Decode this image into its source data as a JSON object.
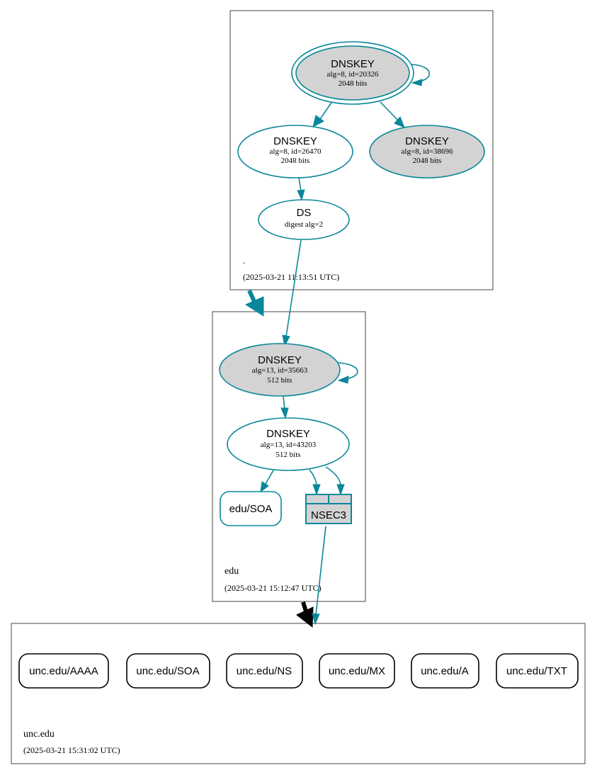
{
  "colors": {
    "edge": "#0a879a",
    "node_fill_gray": "#d3d3d3",
    "zone_border": "#444444",
    "delegation_arrow_black": "#000000"
  },
  "zones": {
    "root": {
      "name": ".",
      "timestamp": "(2025-03-21 11:13:51 UTC)"
    },
    "edu": {
      "name": "edu",
      "timestamp": "(2025-03-21 15:12:47 UTC)"
    },
    "unc_edu": {
      "name": "unc.edu",
      "timestamp": "(2025-03-21 15:31:02 UTC)"
    }
  },
  "nodes": {
    "root_ksk": {
      "title": "DNSKEY",
      "line1": "alg=8, id=20326",
      "line2": "2048 bits"
    },
    "root_zsk": {
      "title": "DNSKEY",
      "line1": "alg=8, id=26470",
      "line2": "2048 bits"
    },
    "root_key38696": {
      "title": "DNSKEY",
      "line1": "alg=8, id=38696",
      "line2": "2048 bits"
    },
    "root_ds": {
      "title": "DS",
      "line1": "digest alg=2"
    },
    "edu_ksk": {
      "title": "DNSKEY",
      "line1": "alg=13, id=35663",
      "line2": "512 bits"
    },
    "edu_zsk": {
      "title": "DNSKEY",
      "line1": "alg=13, id=43203",
      "line2": "512 bits"
    },
    "edu_soa": {
      "label": "edu/SOA"
    },
    "edu_nsec3": {
      "label": "NSEC3"
    }
  },
  "rrsets": {
    "unc_edu": [
      "unc.edu/AAAA",
      "unc.edu/SOA",
      "unc.edu/NS",
      "unc.edu/MX",
      "unc.edu/A",
      "unc.edu/TXT"
    ]
  }
}
